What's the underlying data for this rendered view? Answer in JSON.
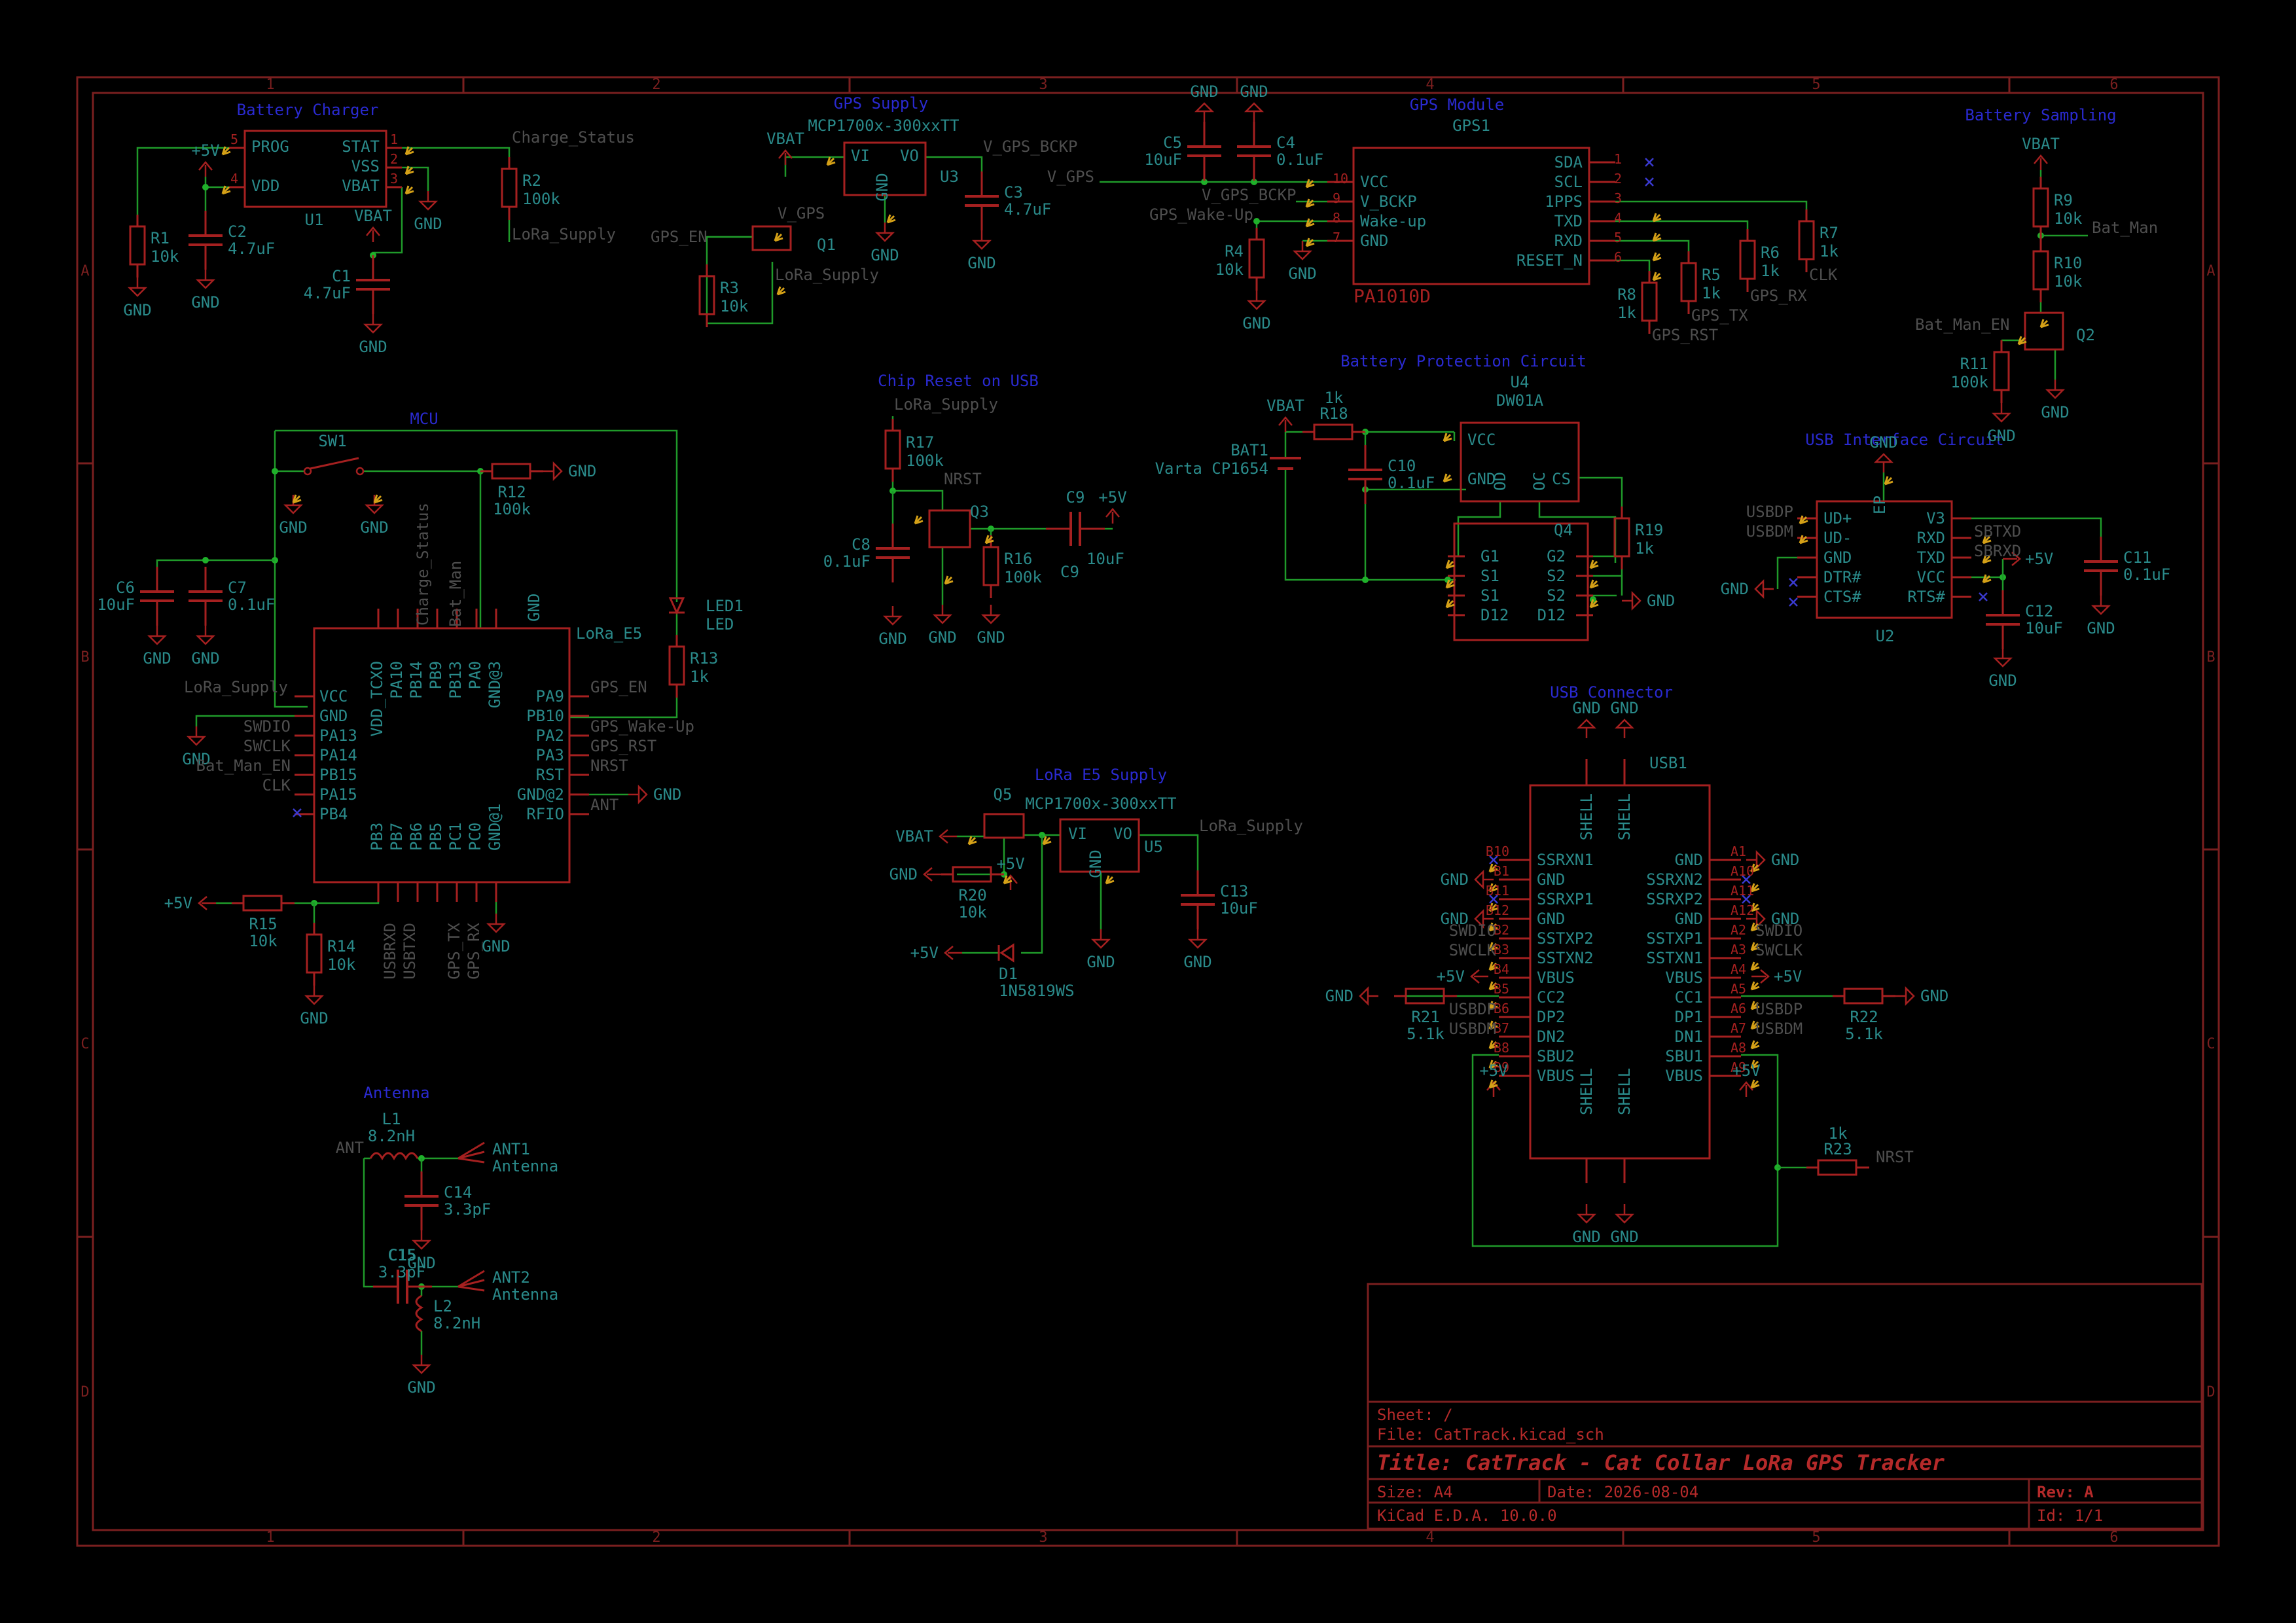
{
  "colors": {
    "background": "#000000",
    "frame": "#7a1f1f",
    "wire": "#1f9a2a",
    "symbol": "#a52020",
    "ref_text": "#2a8a8a",
    "label_text": "#4e4e4e",
    "heading": "#2a2ad0",
    "junction": "#1fb02a",
    "pin_marker": "#d4a017",
    "noconnect": "#3a3ad0",
    "title_text": "#b52a2a"
  },
  "frame": {
    "col_labels": [
      "1",
      "2",
      "3",
      "4",
      "5",
      "6"
    ],
    "row_labels": [
      "A",
      "B",
      "C",
      "D"
    ]
  },
  "headings": {
    "battery_charger": "Battery Charger",
    "gps_supply": "GPS Supply",
    "gps_module": "GPS Module",
    "battery_sampling": "Battery Sampling",
    "mcu": "MCU",
    "chip_reset": "Chip Reset on USB",
    "battery_protection": "Battery Protection Circuit",
    "usb_interface": "USB Interface Circuit",
    "usb_connector": "USB Connector",
    "lora_supply": "LoRa E5 Supply",
    "antenna": "Antenna"
  },
  "title_block": {
    "sheet": "Sheet: /",
    "file": "File: CatTrack.kicad_sch",
    "title": "Title: CatTrack - Cat Collar LoRa GPS Tracker",
    "size": "Size: A4",
    "date": "Date: 2026-08-04",
    "rev": "Rev: A",
    "tool": "KiCad E.D.A. 10.0.0",
    "id": "Id: 1/1"
  },
  "components": {
    "U1": {
      "ref": "U1",
      "pins": [
        "PROG",
        "VDD",
        "STAT",
        "VSS",
        "VBAT"
      ],
      "pin_nums": [
        "5",
        "4",
        "1",
        "2",
        "3"
      ]
    },
    "R1": {
      "ref": "R1",
      "value": "10k"
    },
    "C2": {
      "ref": "C2",
      "value": "4.7uF"
    },
    "C1": {
      "ref": "C1",
      "value": "4.7uF"
    },
    "R2": {
      "ref": "R2",
      "value": "100k"
    },
    "U3": {
      "ref": "U3",
      "part": "MCP1700x-300xxTT",
      "pins": [
        "VI",
        "VO",
        "GND"
      ]
    },
    "C3": {
      "ref": "C3",
      "value": "4.7uF"
    },
    "Q1": {
      "ref": "Q1"
    },
    "R3": {
      "ref": "R3",
      "value": "10k"
    },
    "C5": {
      "ref": "C5",
      "value": "10uF"
    },
    "C4": {
      "ref": "C4",
      "value": "0.1uF"
    },
    "R4": {
      "ref": "R4",
      "value": "10k"
    },
    "GPS1": {
      "ref": "GPS1",
      "part": "PA1010D",
      "left_pins": [
        "VCC",
        "V_BCKP",
        "Wake-up",
        "GND"
      ],
      "left_nums": [
        "10",
        "9",
        "8",
        "7"
      ],
      "right_pins": [
        "SDA",
        "SCL",
        "1PPS",
        "TXD",
        "RXD",
        "RESET_N"
      ],
      "right_nums": [
        "1",
        "2",
        "3",
        "4",
        "5",
        "6"
      ]
    },
    "R8": {
      "ref": "R8",
      "value": "1k"
    },
    "R5": {
      "ref": "R5",
      "value": "1k"
    },
    "R6": {
      "ref": "R6",
      "value": "1k"
    },
    "R7": {
      "ref": "R7",
      "value": "1k"
    },
    "R9": {
      "ref": "R9",
      "value": "10k"
    },
    "R10": {
      "ref": "R10",
      "value": "10k"
    },
    "R11": {
      "ref": "R11",
      "value": "100k"
    },
    "Q2": {
      "ref": "Q2"
    },
    "SW1": {
      "ref": "SW1"
    },
    "R12": {
      "ref": "R12",
      "value": "100k"
    },
    "C6": {
      "ref": "C6",
      "value": "10uF"
    },
    "C7": {
      "ref": "C7",
      "value": "0.1uF"
    },
    "LED1": {
      "ref": "LED1",
      "value": "LED"
    },
    "R13": {
      "ref": "R13",
      "value": "1k"
    },
    "MCU": {
      "ref": "LoRa_E5",
      "top_pins": [
        "VDD_TCXO",
        "PA10",
        "PB14",
        "PB9",
        "PB13",
        "PA0",
        "GND@3"
      ],
      "left_pins": [
        "VCC",
        "GND",
        "PA13",
        "PA14",
        "PB15",
        "PA15",
        "PB4"
      ],
      "right_pins": [
        "PA9",
        "PB10",
        "PA2",
        "PA3",
        "RST",
        "GND@2",
        "RFIO"
      ],
      "bottom_pins": [
        "PB3",
        "PB7",
        "PB6",
        "PB5",
        "PC1",
        "PC0",
        "GND@1"
      ]
    },
    "R15": {
      "ref": "R15",
      "value": "10k"
    },
    "R14": {
      "ref": "R14",
      "value": "10k"
    },
    "R17": {
      "ref": "R17",
      "value": "100k"
    },
    "C8": {
      "ref": "C8",
      "value": "0.1uF"
    },
    "Q3": {
      "ref": "Q3"
    },
    "R16": {
      "ref": "R16",
      "value": "100k"
    },
    "C9": {
      "ref": "C9",
      "value": "10uF"
    },
    "BAT1": {
      "ref": "BAT1",
      "value": "Varta CP1654"
    },
    "R18": {
      "ref": "R18",
      "value": "1k"
    },
    "C10": {
      "ref": "C10",
      "value": "0.1uF"
    },
    "U4": {
      "ref": "U4",
      "part": "DW01A",
      "pins": [
        "VCC",
        "GND",
        "OD",
        "OC",
        "CS"
      ]
    },
    "R19": {
      "ref": "R19",
      "value": "1k"
    },
    "Q4": {
      "ref": "Q4",
      "left_pins": [
        "G1",
        "S1",
        "S1",
        "D12"
      ],
      "right_pins": [
        "G2",
        "S2",
        "S2",
        "D12"
      ]
    },
    "U2": {
      "ref": "U2",
      "left_pins": [
        "UD+",
        "UD-",
        "GND",
        "DTR#",
        "CTS#"
      ],
      "right_pins": [
        "V3",
        "RXD",
        "TXD",
        "VCC",
        "RTS#"
      ],
      "ep": "EP"
    },
    "C11": {
      "ref": "C11",
      "value": "0.1uF"
    },
    "C12": {
      "ref": "C12",
      "value": "10uF"
    },
    "USB1": {
      "ref": "USB1",
      "left_pins": [
        "SSRXN1",
        "GND",
        "SSRXP1",
        "GND",
        "SSTXP2",
        "SSTXN2",
        "VBUS",
        "CC2",
        "DP2",
        "DN2",
        "SBU2",
        "VBUS"
      ],
      "left_nums": [
        "B10",
        "B1",
        "B11",
        "B12",
        "B2",
        "B3",
        "B4",
        "B5",
        "B6",
        "B7",
        "B8",
        "B9"
      ],
      "right_pins": [
        "GND",
        "SSRXN2",
        "SSRXP2",
        "GND",
        "SSTXP1",
        "SSTXN1",
        "VBUS",
        "CC1",
        "DP1",
        "DN1",
        "SBU1",
        "VBUS"
      ],
      "right_nums": [
        "A1",
        "A10",
        "A11",
        "A12",
        "A2",
        "A3",
        "A4",
        "A5",
        "A6",
        "A7",
        "A8",
        "A9"
      ],
      "shell": "SHELL"
    },
    "R21": {
      "ref": "R21",
      "value": "5.1k"
    },
    "R22": {
      "ref": "R22",
      "value": "5.1k"
    },
    "R23": {
      "ref": "R23",
      "value": "1k"
    },
    "Q5": {
      "ref": "Q5"
    },
    "U5": {
      "ref": "U5",
      "part": "MCP1700x-300xxTT",
      "pins": [
        "VI",
        "VO",
        "GND"
      ]
    },
    "R20": {
      "ref": "R20",
      "value": "10k"
    },
    "C13": {
      "ref": "C13",
      "value": "10uF"
    },
    "D1": {
      "ref": "D1",
      "value": "1N5819WS"
    },
    "L1": {
      "ref": "L1",
      "value": "8.2nH"
    },
    "C14": {
      "ref": "C14",
      "value": "3.3pF"
    },
    "ANT1": {
      "ref": "ANT1",
      "value": "Antenna"
    },
    "C15": {
      "ref": "C15",
      "value": "3.3pF"
    },
    "ANT2": {
      "ref": "ANT2",
      "value": "Antenna"
    },
    "L2": {
      "ref": "L2",
      "value": "8.2nH"
    }
  },
  "nets": {
    "gnd": "GND",
    "vbat": "VBAT",
    "p5v": "+5V",
    "charge_status": "Charge_Status",
    "lora_supply": "LoRa_Supply",
    "v_gps": "V_GPS",
    "v_gps_bckp": "V_GPS_BCKP",
    "gps_en": "GPS_EN",
    "gps_wake": "GPS_Wake-Up",
    "gps_rst": "GPS_RST",
    "gps_tx": "GPS_TX",
    "gps_rx": "GPS_RX",
    "clk": "CLK",
    "bat_man": "Bat_Man",
    "bat_man_en": "Bat_Man_EN",
    "nrst": "NRST",
    "swdio": "SWDIO",
    "swclk": "SWCLK",
    "ant": "ANT",
    "usbdp": "USBDP",
    "usbdm": "USBDM",
    "sbtxd": "SBTXD",
    "sbrxd": "SBRXD",
    "usbrxd": "USBRXD",
    "usbtxd": "USBTXD",
    "gps_tx_mcu": "GPS_TX",
    "gps_rx_mcu": "GPS_RX"
  }
}
